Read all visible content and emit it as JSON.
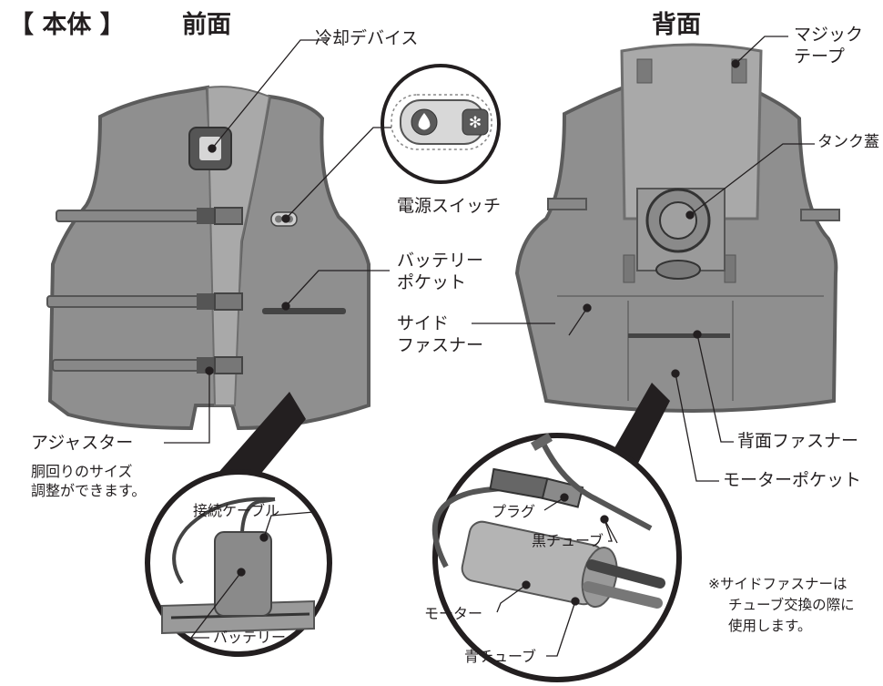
{
  "header": {
    "main": "【 本体 】",
    "front": "前面",
    "back": "背面"
  },
  "labels": {
    "cooling_device": "冷却デバイス",
    "power_switch": "電源スイッチ",
    "battery_pocket": [
      "バッテリー",
      "ポケット"
    ],
    "side_fastener": [
      "サイド",
      "ファスナー"
    ],
    "adjuster": "アジャスター",
    "adjuster_desc": [
      "胴回りのサイズ",
      "調整ができます。"
    ],
    "connection_cable": "接続ケーブル",
    "battery": "バッテリー",
    "magic_tape": [
      "マジック",
      "テープ"
    ],
    "tank_cap": "タンク蓋",
    "back_fastener": "背面ファスナー",
    "motor_pocket": "モーターポケット",
    "plug": "プラグ",
    "black_tube": "黒チューブ",
    "motor": "モーター",
    "blue_tube": "青チューブ"
  },
  "note": [
    "※サイドファスナーは",
    "チューブ交換の際に",
    "使用します。"
  ],
  "icons": [
    "water-drop-icon",
    "fan-icon"
  ],
  "colors": {
    "vest_body": "#8f8f8f",
    "vest_panel": "#a9a9a9",
    "vest_edge": "#5c5c5c",
    "line": "#231f20",
    "zoom_wedge": "#231f20"
  }
}
